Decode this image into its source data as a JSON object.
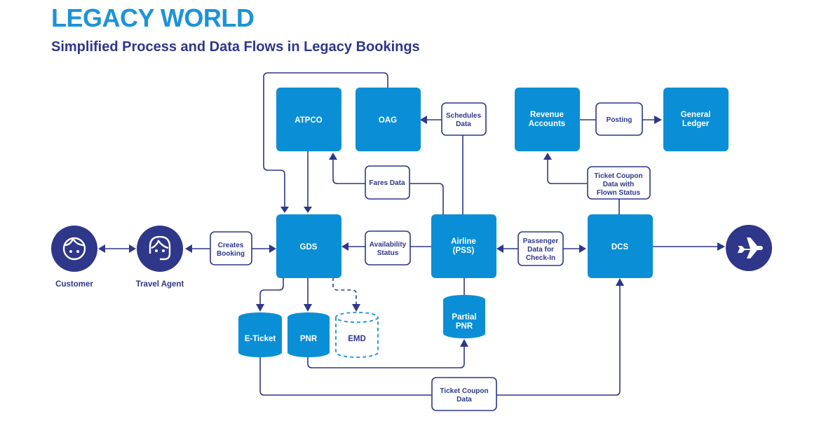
{
  "header": {
    "title": "LEGACY WORLD",
    "subtitle": "Simplified Process and Data Flows in Legacy Bookings"
  },
  "colors": {
    "node_fill": "#0a8fd6",
    "line": "#2e3789",
    "title": "#1b93d8",
    "dashed": "#1b93d8"
  },
  "actors": {
    "customer": {
      "label": "Customer",
      "icon": "person-face-icon"
    },
    "travel_agent": {
      "label": "Travel Agent",
      "icon": "headset-agent-icon"
    },
    "flight": {
      "icon": "airplane-icon"
    }
  },
  "nodes": {
    "atpco": {
      "lines": [
        "ATPCO"
      ]
    },
    "oag": {
      "lines": [
        "OAG"
      ]
    },
    "revenue_accounts": {
      "lines": [
        "Revenue",
        "Accounts"
      ]
    },
    "general_ledger": {
      "lines": [
        "General",
        "Ledger"
      ]
    },
    "gds": {
      "lines": [
        "GDS"
      ]
    },
    "airline_pss": {
      "lines": [
        "Airline",
        "(PSS)"
      ]
    },
    "dcs": {
      "lines": [
        "DCS"
      ]
    }
  },
  "databases": {
    "eticket": {
      "lines": [
        "E-Ticket"
      ]
    },
    "pnr": {
      "lines": [
        "PNR"
      ]
    },
    "emd": {
      "lines": [
        "EMD"
      ],
      "style": "dashed"
    },
    "partial_pnr": {
      "lines": [
        "Partial",
        "PNR"
      ]
    }
  },
  "flow_labels": {
    "schedules_data": {
      "lines": [
        "Schedules",
        "Data"
      ]
    },
    "fares_data": {
      "lines": [
        "Fares Data"
      ]
    },
    "posting": {
      "lines": [
        "Posting"
      ]
    },
    "ticket_coupon_flown": {
      "lines": [
        "Ticket Coupon",
        "Data with",
        "Flown Status"
      ]
    },
    "creates_booking": {
      "lines": [
        "Creates",
        "Booking"
      ]
    },
    "availability_status": {
      "lines": [
        "Availability",
        "Status"
      ]
    },
    "passenger_data": {
      "lines": [
        "Passenger",
        "Data for",
        "Check-In"
      ]
    },
    "ticket_coupon_data": {
      "lines": [
        "Ticket Coupon",
        "Data"
      ]
    }
  }
}
